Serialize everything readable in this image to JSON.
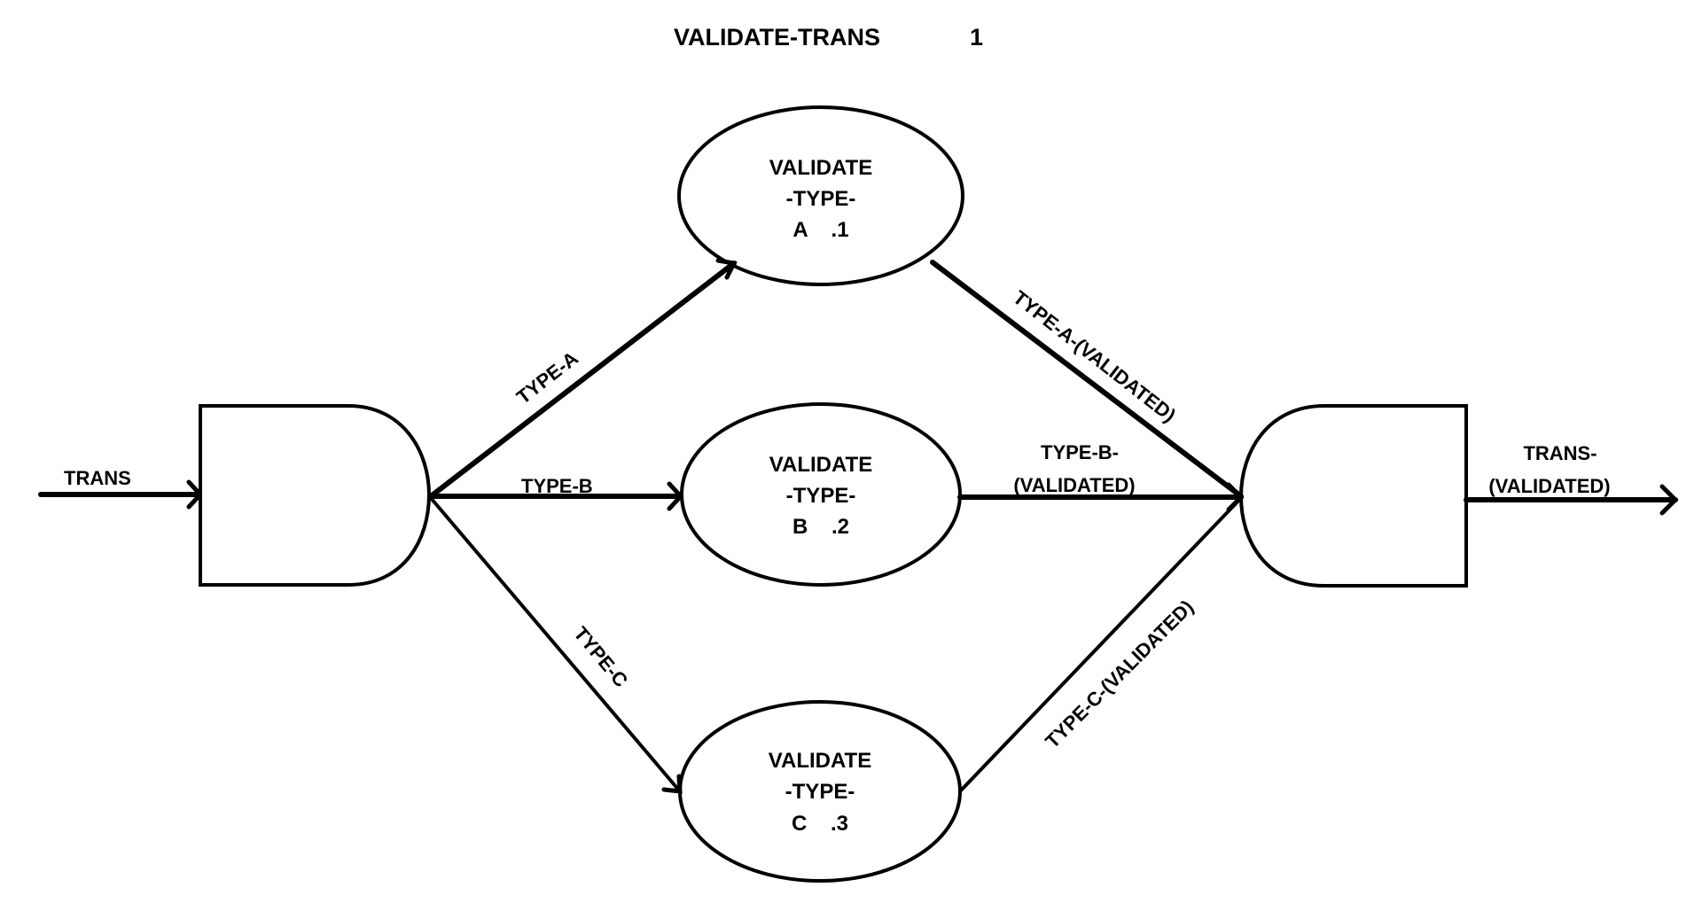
{
  "diagram": {
    "title": "VALIDATE-TRANS",
    "page_number": "1",
    "colors": {
      "background": "#ffffff",
      "ink": "#000000"
    },
    "input": {
      "label": "TRANS"
    },
    "output": {
      "label_line1": "TRANS-",
      "label_line2": "(VALIDATED)"
    },
    "processes": [
      {
        "id": "A",
        "line1": "VALIDATE",
        "line2": "-TYPE-",
        "line3": "A    .1"
      },
      {
        "id": "B",
        "line1": "VALIDATE",
        "line2": "-TYPE-",
        "line3": "B    .2"
      },
      {
        "id": "C",
        "line1": "VALIDATE",
        "line2": "-TYPE-",
        "line3": "C    .3"
      }
    ],
    "flows": {
      "type_a": "TYPE-A",
      "type_b": "TYPE-B",
      "type_c": "TYPE-C",
      "type_a_validated": "TYPE-A-(VALIDATED)",
      "type_b_validated_line1": "TYPE-B-",
      "type_b_validated_line2": "(VALIDATED)",
      "type_c_validated": "TYPE-C-(VALIDATED)"
    },
    "nodes": {
      "split_gate": "split",
      "merge_gate": "merge"
    }
  }
}
